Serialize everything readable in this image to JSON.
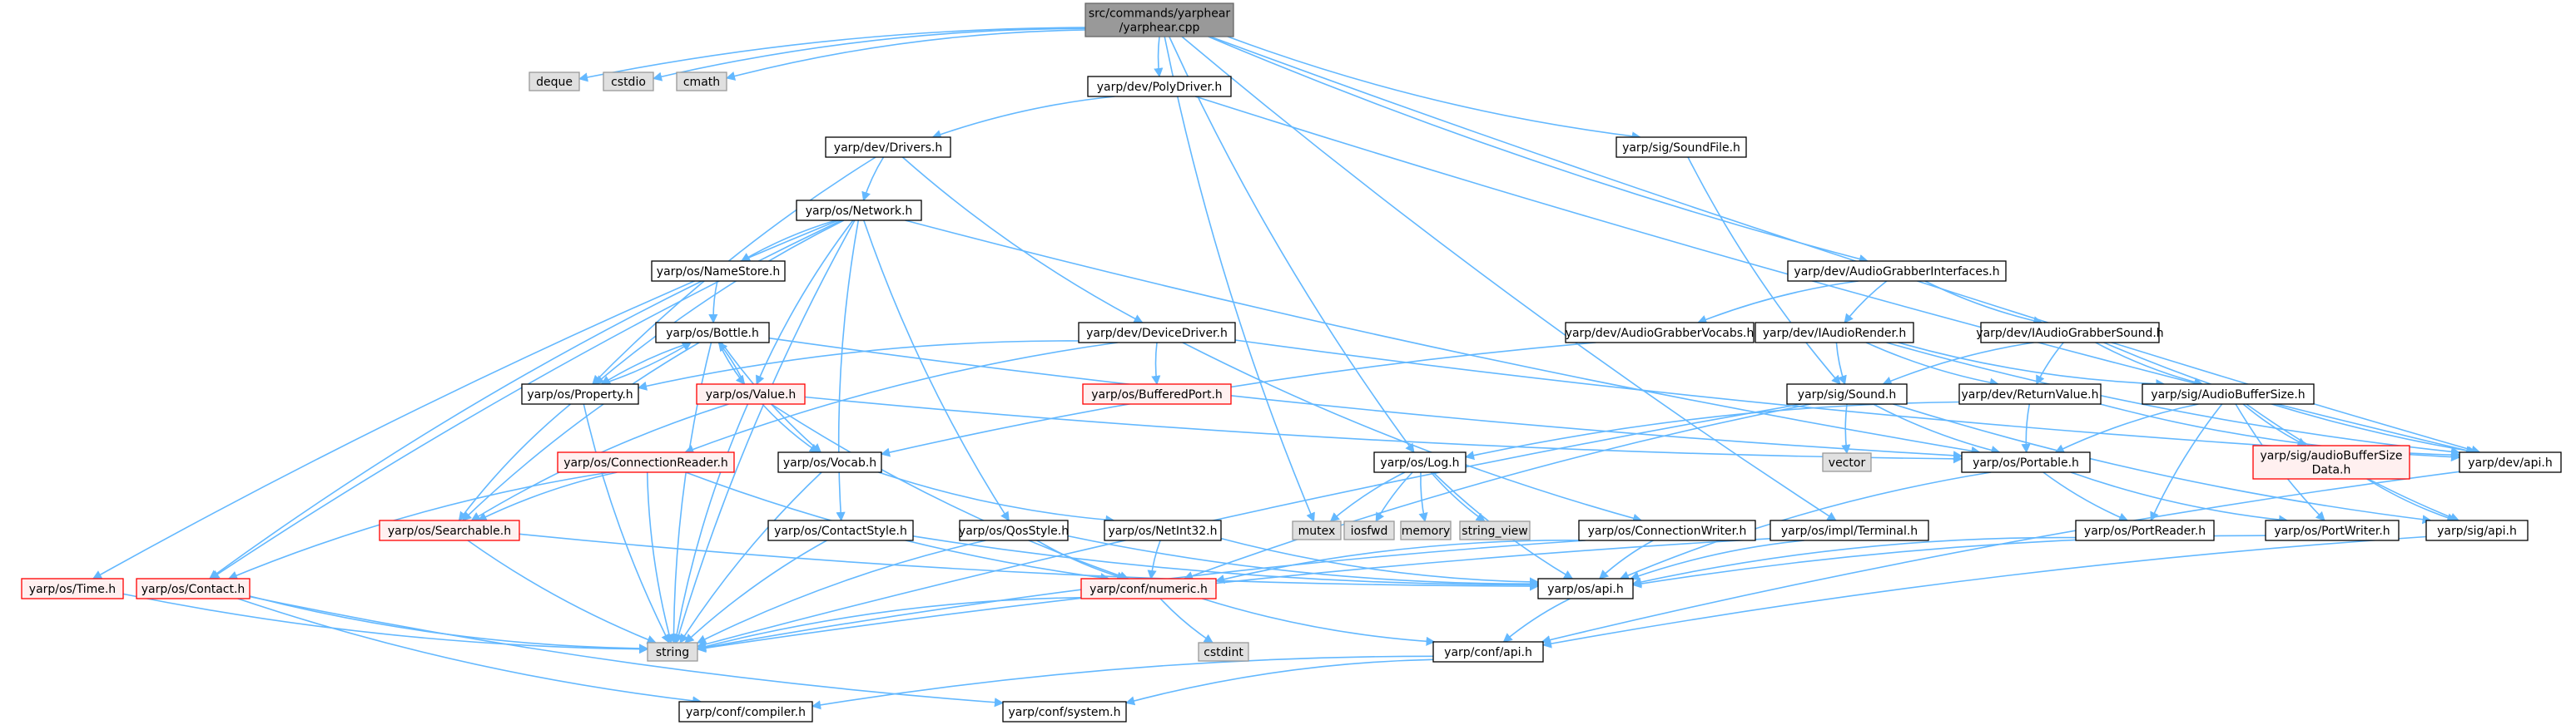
{
  "colors": {
    "edge": "#63b8ff",
    "root_fill": "#999999",
    "root_border": "#666666",
    "normal_fill": "#ffffff",
    "normal_border": "#000000",
    "red_border": "#ff0000",
    "red_fill": "#fff0f0",
    "system_fill": "#e0e0e0",
    "system_border": "#999999",
    "text": "#000000"
  },
  "nodes": [
    {
      "id": "root",
      "lines": [
        "src/commands/yarphear",
        "/yarphear.cpp"
      ],
      "style": "root"
    },
    {
      "id": "deque",
      "lines": [
        "deque"
      ],
      "style": "system"
    },
    {
      "id": "cstdio",
      "lines": [
        "cstdio"
      ],
      "style": "system"
    },
    {
      "id": "cmath",
      "lines": [
        "cmath"
      ],
      "style": "system"
    },
    {
      "id": "polydriver",
      "lines": [
        "yarp/dev/PolyDriver.h"
      ],
      "style": "normal"
    },
    {
      "id": "soundfile",
      "lines": [
        "yarp/sig/SoundFile.h"
      ],
      "style": "normal"
    },
    {
      "id": "drivers",
      "lines": [
        "yarp/dev/Drivers.h"
      ],
      "style": "normal"
    },
    {
      "id": "network",
      "lines": [
        "yarp/os/Network.h"
      ],
      "style": "normal"
    },
    {
      "id": "namestore",
      "lines": [
        "yarp/os/NameStore.h"
      ],
      "style": "normal"
    },
    {
      "id": "bottle",
      "lines": [
        "yarp/os/Bottle.h"
      ],
      "style": "normal"
    },
    {
      "id": "property",
      "lines": [
        "yarp/os/Property.h"
      ],
      "style": "normal"
    },
    {
      "id": "value",
      "lines": [
        "yarp/os/Value.h"
      ],
      "style": "red"
    },
    {
      "id": "devicedriver",
      "lines": [
        "yarp/dev/DeviceDriver.h"
      ],
      "style": "normal"
    },
    {
      "id": "bufferedport",
      "lines": [
        "yarp/os/BufferedPort.h"
      ],
      "style": "red"
    },
    {
      "id": "agi",
      "lines": [
        "yarp/dev/AudioGrabberInterfaces.h"
      ],
      "style": "normal"
    },
    {
      "id": "agvocabs",
      "lines": [
        "yarp/dev/AudioGrabberVocabs.h"
      ],
      "style": "normal"
    },
    {
      "id": "iaudiorender",
      "lines": [
        "yarp/dev/IAudioRender.h"
      ],
      "style": "normal"
    },
    {
      "id": "iagsound",
      "lines": [
        "yarp/dev/IAudioGrabberSound.h"
      ],
      "style": "normal"
    },
    {
      "id": "sound",
      "lines": [
        "yarp/sig/Sound.h"
      ],
      "style": "normal"
    },
    {
      "id": "returnvalue",
      "lines": [
        "yarp/dev/ReturnValue.h"
      ],
      "style": "normal"
    },
    {
      "id": "audiobuffersize",
      "lines": [
        "yarp/sig/AudioBufferSize.h"
      ],
      "style": "normal"
    },
    {
      "id": "abdata",
      "lines": [
        "yarp/sig/audioBufferSize",
        "Data.h"
      ],
      "style": "red"
    },
    {
      "id": "devapi",
      "lines": [
        "yarp/dev/api.h"
      ],
      "style": "normal"
    },
    {
      "id": "connreader",
      "lines": [
        "yarp/os/ConnectionReader.h"
      ],
      "style": "red"
    },
    {
      "id": "vocab",
      "lines": [
        "yarp/os/Vocab.h"
      ],
      "style": "normal"
    },
    {
      "id": "log",
      "lines": [
        "yarp/os/Log.h"
      ],
      "style": "normal"
    },
    {
      "id": "portable",
      "lines": [
        "yarp/os/Portable.h"
      ],
      "style": "normal"
    },
    {
      "id": "vector",
      "lines": [
        "vector"
      ],
      "style": "system"
    },
    {
      "id": "searchable",
      "lines": [
        "yarp/os/Searchable.h"
      ],
      "style": "red"
    },
    {
      "id": "contactstyle",
      "lines": [
        "yarp/os/ContactStyle.h"
      ],
      "style": "normal"
    },
    {
      "id": "qosstyle",
      "lines": [
        "yarp/os/QosStyle.h"
      ],
      "style": "normal"
    },
    {
      "id": "netint32",
      "lines": [
        "yarp/os/NetInt32.h"
      ],
      "style": "normal"
    },
    {
      "id": "mutex",
      "lines": [
        "mutex"
      ],
      "style": "system"
    },
    {
      "id": "iosfwd",
      "lines": [
        "iosfwd"
      ],
      "style": "system"
    },
    {
      "id": "memory",
      "lines": [
        "memory"
      ],
      "style": "system"
    },
    {
      "id": "string_view",
      "lines": [
        "string_view"
      ],
      "style": "system"
    },
    {
      "id": "connwriter",
      "lines": [
        "yarp/os/ConnectionWriter.h"
      ],
      "style": "normal"
    },
    {
      "id": "terminal",
      "lines": [
        "yarp/os/impl/Terminal.h"
      ],
      "style": "normal"
    },
    {
      "id": "portreader",
      "lines": [
        "yarp/os/PortReader.h"
      ],
      "style": "normal"
    },
    {
      "id": "portwriter",
      "lines": [
        "yarp/os/PortWriter.h"
      ],
      "style": "normal"
    },
    {
      "id": "sigapi",
      "lines": [
        "yarp/sig/api.h"
      ],
      "style": "normal"
    },
    {
      "id": "time",
      "lines": [
        "yarp/os/Time.h"
      ],
      "style": "red"
    },
    {
      "id": "contact",
      "lines": [
        "yarp/os/Contact.h"
      ],
      "style": "red"
    },
    {
      "id": "numeric",
      "lines": [
        "yarp/conf/numeric.h"
      ],
      "style": "red"
    },
    {
      "id": "osapi",
      "lines": [
        "yarp/os/api.h"
      ],
      "style": "normal"
    },
    {
      "id": "string",
      "lines": [
        "string"
      ],
      "style": "system"
    },
    {
      "id": "cstdint",
      "lines": [
        "cstdint"
      ],
      "style": "system"
    },
    {
      "id": "confapi",
      "lines": [
        "yarp/conf/api.h"
      ],
      "style": "normal"
    },
    {
      "id": "compiler",
      "lines": [
        "yarp/conf/compiler.h"
      ],
      "style": "normal"
    },
    {
      "id": "system",
      "lines": [
        "yarp/conf/system.h"
      ],
      "style": "normal"
    }
  ],
  "edges": [
    [
      "root",
      "deque"
    ],
    [
      "root",
      "cstdio"
    ],
    [
      "root",
      "cmath"
    ],
    [
      "root",
      "polydriver"
    ],
    [
      "root",
      "soundfile"
    ],
    [
      "root",
      "agi"
    ],
    [
      "root",
      "log"
    ],
    [
      "root",
      "terminal"
    ],
    [
      "root",
      "mutex"
    ],
    [
      "root",
      "devapi"
    ],
    [
      "polydriver",
      "drivers"
    ],
    [
      "polydriver",
      "devapi"
    ],
    [
      "soundfile",
      "sound"
    ],
    [
      "drivers",
      "network"
    ],
    [
      "drivers",
      "devicedriver"
    ],
    [
      "drivers",
      "property"
    ],
    [
      "network",
      "namestore"
    ],
    [
      "network",
      "contact"
    ],
    [
      "network",
      "time"
    ],
    [
      "network",
      "property"
    ],
    [
      "network",
      "value"
    ],
    [
      "network",
      "contactstyle"
    ],
    [
      "network",
      "qosstyle"
    ],
    [
      "network",
      "portable"
    ],
    [
      "network",
      "string"
    ],
    [
      "namestore",
      "bottle"
    ],
    [
      "namestore",
      "contact"
    ],
    [
      "bottle",
      "property"
    ],
    [
      "bottle",
      "value"
    ],
    [
      "bottle",
      "vocab"
    ],
    [
      "bottle",
      "portable"
    ],
    [
      "bottle",
      "searchable"
    ],
    [
      "bottle",
      "string"
    ],
    [
      "property",
      "bottle"
    ],
    [
      "property",
      "searchable"
    ],
    [
      "property",
      "string"
    ],
    [
      "value",
      "bottle"
    ],
    [
      "value",
      "searchable"
    ],
    [
      "value",
      "vocab"
    ],
    [
      "value",
      "portable"
    ],
    [
      "value",
      "numeric"
    ],
    [
      "value",
      "string"
    ],
    [
      "devicedriver",
      "property"
    ],
    [
      "devicedriver",
      "bufferedport"
    ],
    [
      "devicedriver",
      "connreader"
    ],
    [
      "devicedriver",
      "connwriter"
    ],
    [
      "devicedriver",
      "devapi"
    ],
    [
      "agi",
      "agvocabs"
    ],
    [
      "agi",
      "iaudiorender"
    ],
    [
      "agi",
      "iagsound"
    ],
    [
      "agvocabs",
      "vocab"
    ],
    [
      "iaudiorender",
      "sound"
    ],
    [
      "iaudiorender",
      "returnvalue"
    ],
    [
      "iaudiorender",
      "audiobuffersize"
    ],
    [
      "iaudiorender",
      "devapi"
    ],
    [
      "iagsound",
      "sound"
    ],
    [
      "iagsound",
      "returnvalue"
    ],
    [
      "iagsound",
      "audiobuffersize"
    ],
    [
      "iagsound",
      "devapi"
    ],
    [
      "sound",
      "vector"
    ],
    [
      "sound",
      "portable"
    ],
    [
      "sound",
      "string"
    ],
    [
      "sound",
      "sigapi"
    ],
    [
      "sound",
      "numeric"
    ],
    [
      "returnvalue",
      "portable"
    ],
    [
      "returnvalue",
      "log"
    ],
    [
      "returnvalue",
      "devapi"
    ],
    [
      "audiobuffersize",
      "abdata"
    ],
    [
      "audiobuffersize",
      "portreader"
    ],
    [
      "audiobuffersize",
      "portwriter"
    ],
    [
      "audiobuffersize",
      "sigapi"
    ],
    [
      "audiobuffersize",
      "portable"
    ],
    [
      "abdata",
      "sigapi"
    ],
    [
      "connreader",
      "searchable"
    ],
    [
      "connreader",
      "contact"
    ],
    [
      "connreader",
      "numeric"
    ],
    [
      "connreader",
      "string"
    ],
    [
      "vocab",
      "netint32"
    ],
    [
      "vocab",
      "string"
    ],
    [
      "log",
      "mutex"
    ],
    [
      "log",
      "iosfwd"
    ],
    [
      "log",
      "memory"
    ],
    [
      "log",
      "string_view"
    ],
    [
      "log",
      "osapi"
    ],
    [
      "portable",
      "portreader"
    ],
    [
      "portable",
      "portwriter"
    ],
    [
      "portable",
      "osapi"
    ],
    [
      "searchable",
      "osapi"
    ],
    [
      "searchable",
      "string"
    ],
    [
      "contactstyle",
      "osapi"
    ],
    [
      "contactstyle",
      "string"
    ],
    [
      "qosstyle",
      "numeric"
    ],
    [
      "qosstyle",
      "string"
    ],
    [
      "qosstyle",
      "osapi"
    ],
    [
      "netint32",
      "numeric"
    ],
    [
      "netint32",
      "osapi"
    ],
    [
      "connwriter",
      "osapi"
    ],
    [
      "connwriter",
      "numeric"
    ],
    [
      "connwriter",
      "string"
    ],
    [
      "terminal",
      "osapi"
    ],
    [
      "terminal",
      "string"
    ],
    [
      "portreader",
      "osapi"
    ],
    [
      "portwriter",
      "osapi"
    ],
    [
      "sigapi",
      "confapi"
    ],
    [
      "devapi",
      "confapi"
    ],
    [
      "contact",
      "string"
    ],
    [
      "contact",
      "compiler"
    ],
    [
      "contact",
      "system"
    ],
    [
      "time",
      "string"
    ],
    [
      "numeric",
      "string"
    ],
    [
      "numeric",
      "cstdint"
    ],
    [
      "numeric",
      "confapi"
    ],
    [
      "osapi",
      "confapi"
    ],
    [
      "confapi",
      "compiler"
    ],
    [
      "confapi",
      "system"
    ]
  ]
}
